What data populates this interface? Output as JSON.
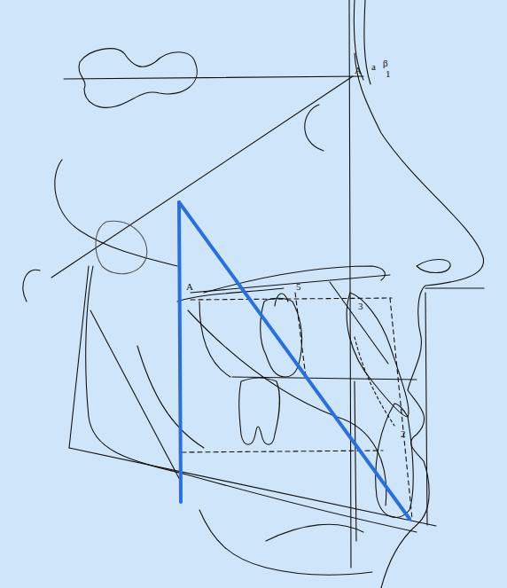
{
  "diagram": {
    "labels": [
      "A",
      "a",
      "β",
      "1",
      "A",
      "5",
      "3",
      "2"
    ]
  }
}
